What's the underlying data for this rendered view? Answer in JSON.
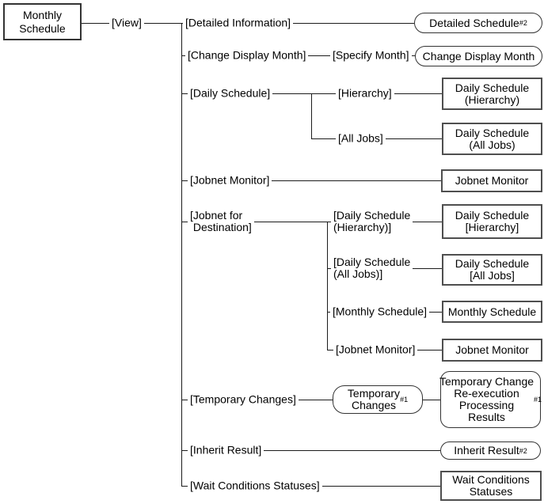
{
  "diagram": {
    "title_hint": "Monthly Schedule window - View menu tree",
    "colors": {
      "line": "#1c1c1c",
      "box_border": "#4f4f4f",
      "rounded_border": "#333333",
      "background": "#ffffff",
      "text": "#000000"
    },
    "root_window": {
      "label": "Monthly\nSchedule"
    },
    "menu": {
      "label": "[View]"
    },
    "branches": [
      {
        "menu_label": "[Detailed Information]",
        "window": {
          "label": "Detailed Schedule",
          "sup": "#2",
          "shape": "rounded"
        }
      },
      {
        "menu_label": "[Change Display Month]",
        "submenu_label": "[Specify Month]",
        "window": {
          "label": "Change Display Month",
          "shape": "rounded"
        }
      },
      {
        "menu_label": "[Daily Schedule]",
        "children": [
          {
            "menu_label": "[Hierarchy]",
            "window": {
              "label": "Daily Schedule\n(Hierarchy)",
              "shape": "rect"
            }
          },
          {
            "menu_label": "[All Jobs]",
            "window": {
              "label": "Daily Schedule\n(All Jobs)",
              "shape": "rect"
            }
          }
        ]
      },
      {
        "menu_label": "[Jobnet Monitor]",
        "window": {
          "label": "Jobnet Monitor",
          "shape": "rect"
        }
      },
      {
        "menu_label": "[Jobnet for\n Destination]",
        "children": [
          {
            "menu_label": "[Daily Schedule\n(Hierarchy)]",
            "window": {
              "label": "Daily Schedule\n[Hierarchy]",
              "shape": "rect"
            }
          },
          {
            "menu_label": "[Daily Schedule\n(All Jobs)]",
            "window": {
              "label": "Daily Schedule\n[All Jobs]",
              "shape": "rect"
            }
          },
          {
            "menu_label": "[Monthly Schedule]",
            "window": {
              "label": "Monthly Schedule",
              "shape": "rect"
            }
          },
          {
            "menu_label": "[Jobnet Monitor]",
            "window": {
              "label": "Jobnet Monitor",
              "shape": "rect"
            }
          }
        ]
      },
      {
        "menu_label": "[Temporary Changes]",
        "intermediate_window": {
          "label": "Temporary\nChanges",
          "sup": "#1",
          "shape": "rounded"
        },
        "window": {
          "label": "Temporary Change\nRe-execution\nProcessing\nResults",
          "sup": "#1",
          "shape": "rounded"
        }
      },
      {
        "menu_label": "[Inherit Result]",
        "window": {
          "label": "Inherit Result",
          "sup": "#2",
          "shape": "rounded"
        }
      },
      {
        "menu_label": "[Wait Conditions Statuses]",
        "window": {
          "label": "Wait Conditions\nStatuses",
          "shape": "rect"
        }
      }
    ]
  }
}
